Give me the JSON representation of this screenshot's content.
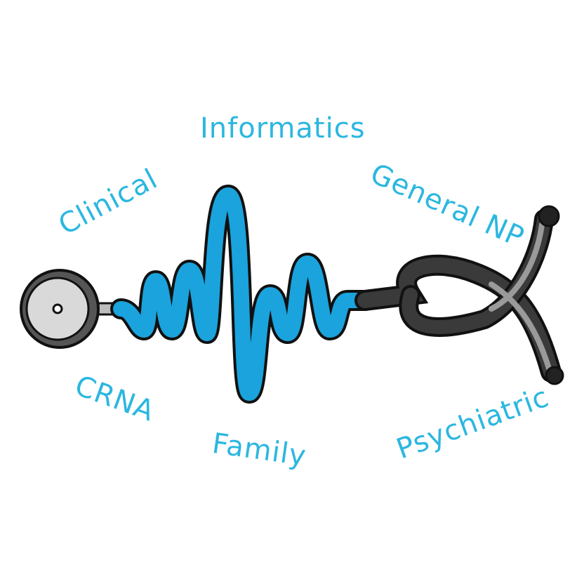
{
  "labels": {
    "informatics": "Informatics",
    "clinical": "Clinical",
    "general_np": "General NP",
    "crna": "CRNA",
    "family": "Family",
    "psychiatric": "Psychiatric"
  },
  "colors": {
    "text": "#2bb7e0",
    "wave": "#1aa3dc",
    "tube": "#3a3a3a",
    "metal": "#9a9a9a"
  }
}
